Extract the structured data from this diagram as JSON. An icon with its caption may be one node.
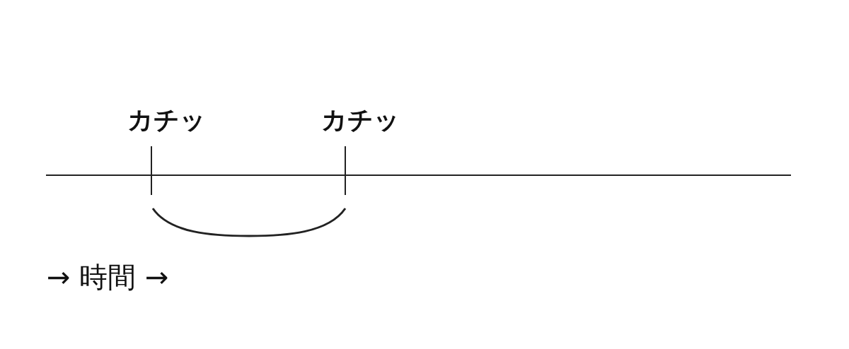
{
  "diagram": {
    "labels": [
      "カチッ",
      "カチッ",
      "→ 時間 →"
    ]
  }
}
